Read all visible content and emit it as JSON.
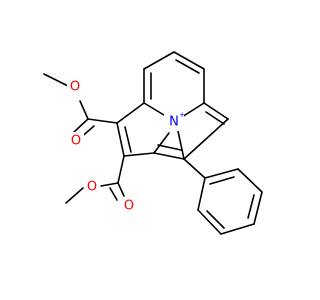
{
  "colors": {
    "bond": "#000000",
    "oxygen": "#ff0000",
    "nitrogen": "#0000ff",
    "background": "#ffffff"
  },
  "atoms": {
    "o_carbonyl_top": "O",
    "o_ester_top": "O",
    "o_carbonyl_bottom": "O",
    "o_ester_bottom": "O",
    "n_center": "N",
    "n_charge": "+"
  }
}
